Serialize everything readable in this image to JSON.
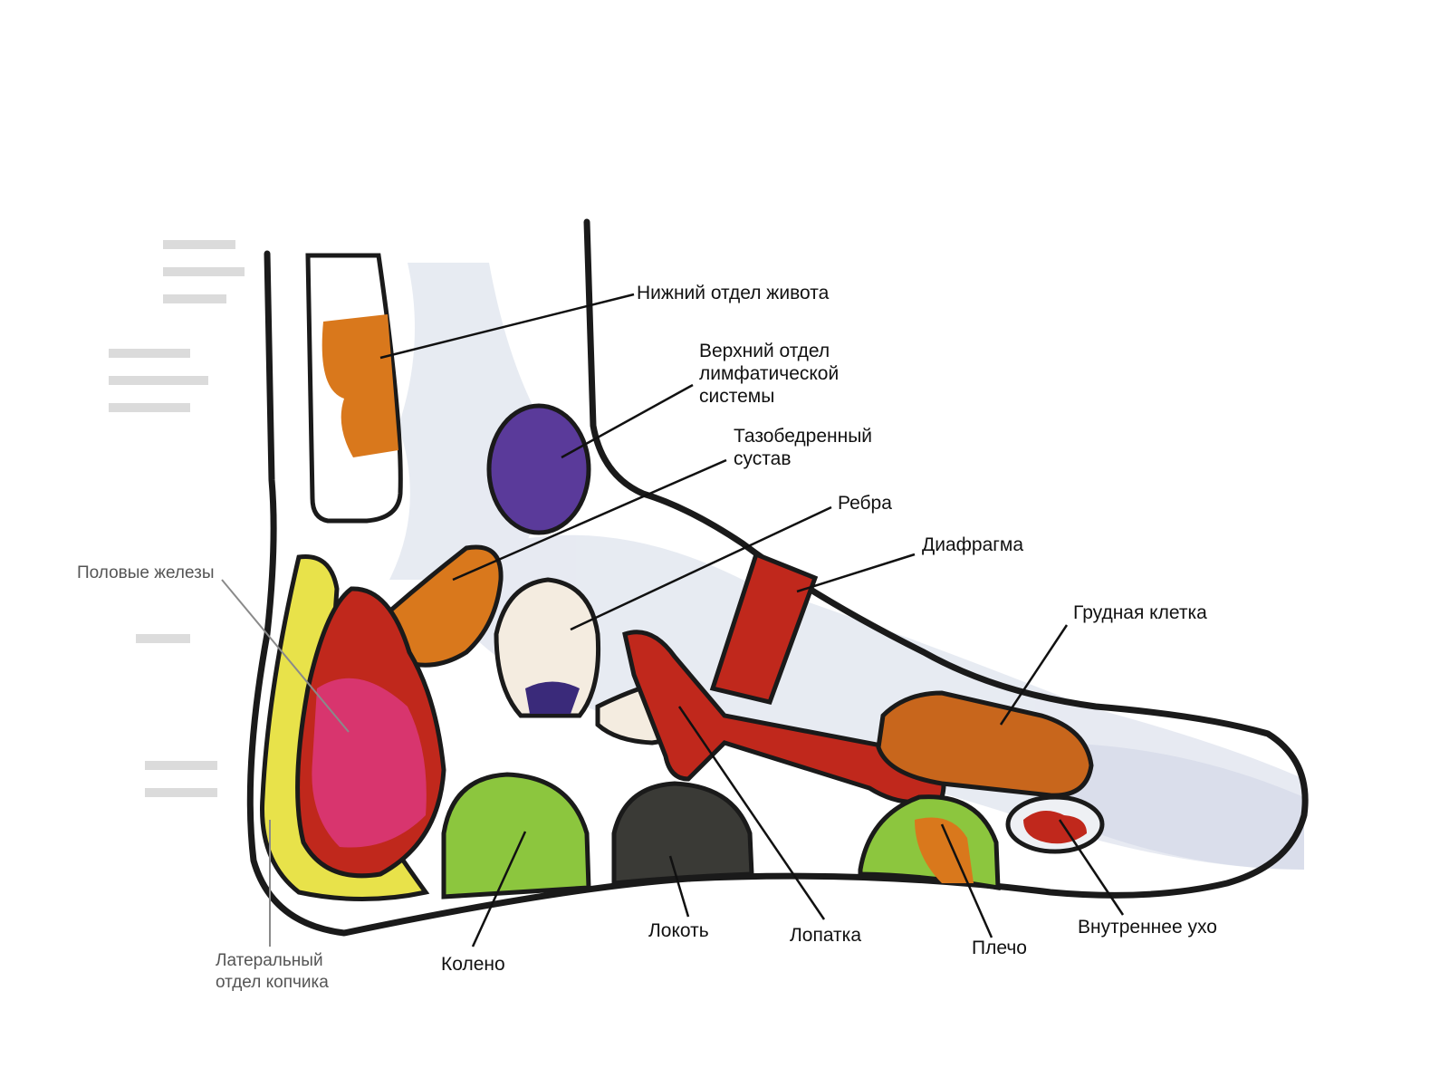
{
  "labels": {
    "lower_abdomen": "Нижний отдел живота",
    "upper_lymph_1": "Верхний отдел",
    "upper_lymph_2": "лимфатической",
    "upper_lymph_3": "системы",
    "hip_1": "Тазобедренный",
    "hip_2": "сустав",
    "ribs": "Ребра",
    "diaphragm": "Диафрагма",
    "chest": "Грудная клетка",
    "gonads": "Половые железы",
    "inner_ear": "Внутреннее ухо",
    "shoulder": "Плечо",
    "scapula": "Лопатка",
    "elbow": "Локоть",
    "knee": "Колено",
    "coccyx_1": "Латеральный",
    "coccyx_2": "отдел копчика"
  },
  "colors": {
    "outline": "#1a1a1a",
    "yellow_zone": "#e8e24a",
    "red_zone": "#c0281c",
    "pink_zone": "#d8356e",
    "purple_zone": "#5a3a9a",
    "orange_zone": "#d9781c",
    "green_zone": "#8cc63e",
    "dark_zone": "#3a3a36",
    "bone_tint": "#d4dae8"
  }
}
